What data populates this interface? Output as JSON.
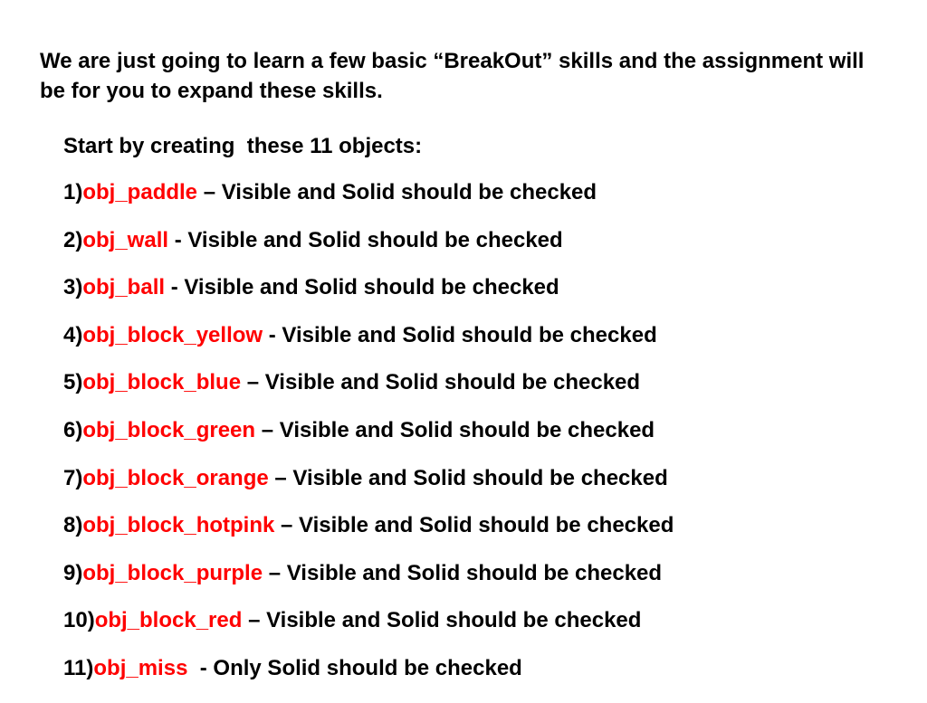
{
  "intro": {
    "text": "We are just going to learn a few basic “BreakOut” skills and the assignment will be for you to expand these skills."
  },
  "list_heading": "Start by creating  these 11 objects:",
  "accent_color": "#ff0000",
  "objects": [
    {
      "number": "1)",
      "name": "obj_paddle",
      "desc": " – Visible and Solid should be checked"
    },
    {
      "number": "2)",
      "name": "obj_wall",
      "desc": " - Visible and Solid should be checked"
    },
    {
      "number": "3)",
      "name": "obj_ball",
      "desc": " - Visible and Solid should be checked"
    },
    {
      "number": "4)",
      "name": "obj_block_yellow",
      "desc": " - Visible and Solid should be checked"
    },
    {
      "number": "5)",
      "name": "obj_block_blue",
      "desc": " – Visible and Solid should be checked"
    },
    {
      "number": "6)",
      "name": "obj_block_green",
      "desc": " – Visible and Solid should be checked"
    },
    {
      "number": "7)",
      "name": "obj_block_orange",
      "desc": " – Visible and Solid should be checked"
    },
    {
      "number": "8)",
      "name": "obj_block_hotpink",
      "desc": " – Visible and Solid should be checked"
    },
    {
      "number": "9)",
      "name": "obj_block_purple",
      "desc": " – Visible and Solid should be checked"
    },
    {
      "number": "10)",
      "name": "obj_block_red",
      "desc": " – Visible and Solid should be checked"
    },
    {
      "number": "11)",
      "name": "obj_miss",
      "desc": "  - Only Solid should be checked"
    }
  ]
}
